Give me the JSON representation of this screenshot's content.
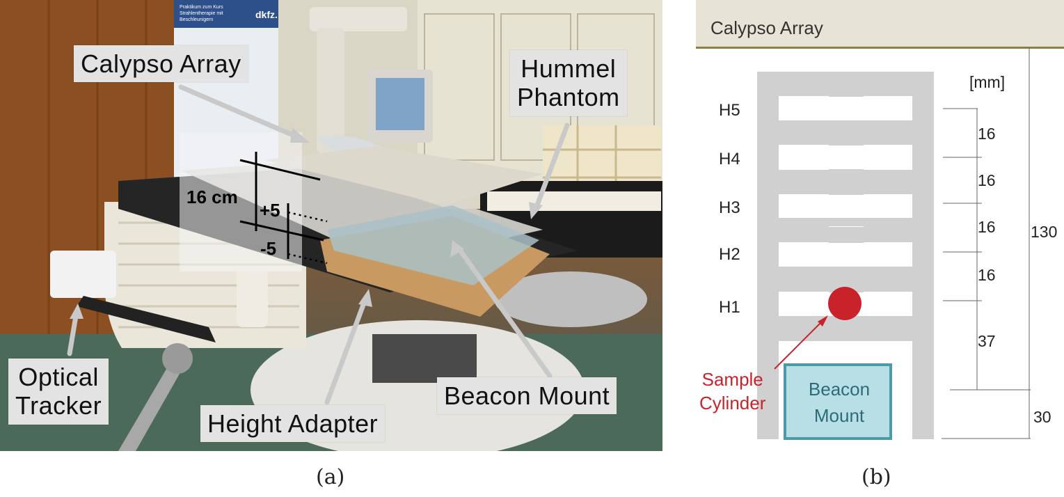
{
  "photo": {
    "labels": {
      "calypso_array": "Calypso Array",
      "hummel_phantom_line1": "Hummel",
      "hummel_phantom_line2": "Phantom",
      "optical_tracker_line1": "Optical",
      "optical_tracker_line2": "Tracker",
      "height_adapter": "Height Adapter",
      "beacon_mount": "Beacon Mount"
    },
    "overlay": {
      "dimension": "16 cm",
      "plus": "+5",
      "minus": "-5"
    },
    "sign_text": "Praktikum zum Kurs Strahlentherapie mit Beschleunigern",
    "sign_logo": "dkfz."
  },
  "diagram": {
    "header": "Calypso Array",
    "units": "[mm]",
    "levels": [
      "H5",
      "H4",
      "H3",
      "H2",
      "H1"
    ],
    "spacings": [
      "16",
      "16",
      "16",
      "16",
      "37",
      "30"
    ],
    "total": "130",
    "sample_label_line1": "Sample",
    "sample_label_line2": "Cylinder",
    "mount_line1": "Beacon",
    "mount_line2": "Mount"
  },
  "captions": {
    "a": "(a)",
    "b": "(b)"
  },
  "colors": {
    "header_bg": "#e8e3d7",
    "header_rule": "#8a7d45",
    "phantom_grey": "#d0d0d0",
    "sample_red": "#c8232a",
    "mount_fill": "#b9dfe6",
    "mount_border": "#4a9aa7"
  }
}
